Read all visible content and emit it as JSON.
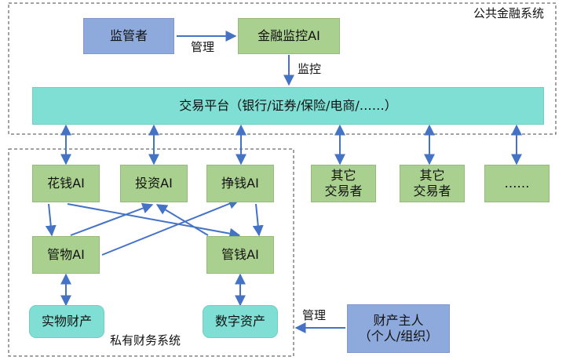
{
  "public_system_label": "公共金融系统",
  "private_system_label": "私有财务系统",
  "regulator": "监管者",
  "financial_monitor_ai": "金融监控AI",
  "manage_label_top": "管理",
  "monitor_label": "监控",
  "trading_platform": "交易平台（银行/证券/保险/电商/……）",
  "other_traders": [
    "其它",
    "交易者"
  ],
  "other_traders_2": [
    "其它",
    "交易者"
  ],
  "ellipsis_box": "……",
  "spend_ai": "花钱AI",
  "invest_ai": "投资AI",
  "earn_ai": "挣钱AI",
  "goods_ai": "管物AI",
  "money_ai": "管钱AI",
  "physical_assets": "实物财产",
  "digital_assets": "数字资产",
  "manage_label_bottom": "管理",
  "owner": [
    "财产主人",
    "（个人/组织）"
  ],
  "colors": {
    "regulator": "#8ea9db",
    "ai_boxes": "#a9d08e",
    "platform_and_assets": "#7fdfd4",
    "arrows": "#4472c4"
  }
}
